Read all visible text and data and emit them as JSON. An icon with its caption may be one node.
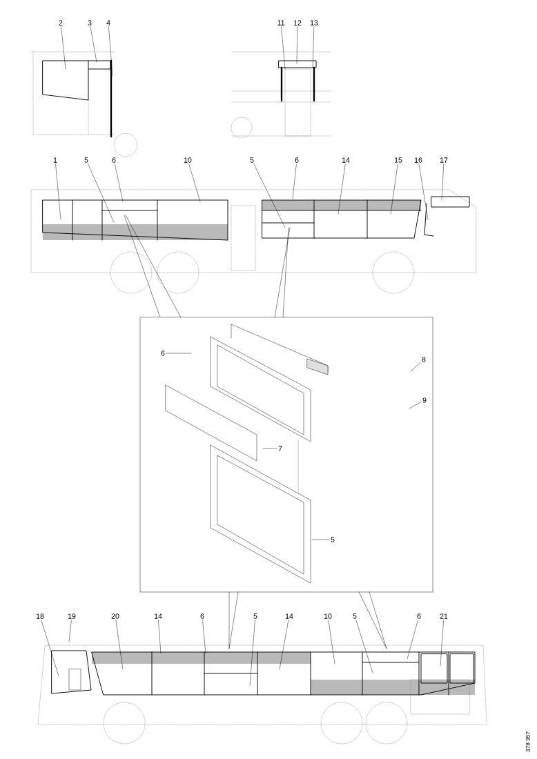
{
  "diagram": {
    "nodes": [
      {
        "text": [
          "2"
        ]
      },
      {
        "text": [
          "3"
        ]
      },
      {
        "text": [
          "4"
        ]
      },
      {
        "text": [
          "11"
        ]
      },
      {
        "text": [
          "12"
        ]
      },
      {
        "text": [
          "13"
        ]
      },
      {
        "text": [
          "1"
        ]
      },
      {
        "text": [
          "5"
        ]
      },
      {
        "text": [
          "6"
        ]
      },
      {
        "text": [
          "10"
        ]
      },
      {
        "text": [
          "5"
        ]
      },
      {
        "text": [
          "6"
        ]
      },
      {
        "text": [
          "14"
        ]
      },
      {
        "text": [
          "15"
        ]
      },
      {
        "text": [
          "16"
        ]
      },
      {
        "text": [
          "17"
        ]
      },
      {
        "text": [
          "6"
        ]
      },
      {
        "text": [
          "8"
        ]
      },
      {
        "text": [
          "9"
        ]
      },
      {
        "text": [
          "7"
        ]
      },
      {
        "text": [
          "5"
        ]
      },
      {
        "text": [
          "18"
        ]
      },
      {
        "text": [
          "19"
        ]
      },
      {
        "text": [
          "20"
        ]
      },
      {
        "text": [
          "14"
        ]
      },
      {
        "text": [
          "6"
        ]
      },
      {
        "text": [
          "5"
        ]
      },
      {
        "text": [
          "14"
        ]
      },
      {
        "text": [
          "10"
        ]
      },
      {
        "text": [
          "5"
        ]
      },
      {
        "text": [
          "6"
        ]
      },
      {
        "text": [
          "21"
        ]
      }
    ],
    "edges": [
      {
        "from": 0,
        "to": null,
        "arrow": "none"
      },
      {
        "from": 1,
        "to": null,
        "arrow": "none"
      },
      {
        "from": 2,
        "to": null,
        "arrow": "none"
      },
      {
        "from": 3,
        "to": null,
        "arrow": "none"
      },
      {
        "from": 4,
        "to": null,
        "arrow": "none"
      },
      {
        "from": 5,
        "to": null,
        "arrow": "none"
      },
      {
        "from": 6,
        "to": null,
        "arrow": "none"
      },
      {
        "from": 7,
        "to": null,
        "arrow": "none"
      },
      {
        "from": 8,
        "to": null,
        "arrow": "none"
      },
      {
        "from": 9,
        "to": null,
        "arrow": "none"
      },
      {
        "from": 10,
        "to": null,
        "arrow": "none"
      },
      {
        "from": 11,
        "to": null,
        "arrow": "none"
      },
      {
        "from": 12,
        "to": null,
        "arrow": "none"
      },
      {
        "from": 13,
        "to": null,
        "arrow": "none"
      },
      {
        "from": 14,
        "to": null,
        "arrow": "none"
      },
      {
        "from": 15,
        "to": null,
        "arrow": "none"
      },
      {
        "from": 16,
        "to": null,
        "arrow": "none"
      },
      {
        "from": 17,
        "to": null,
        "arrow": "none"
      },
      {
        "from": 18,
        "to": null,
        "arrow": "none"
      },
      {
        "from": 19,
        "to": null,
        "arrow": "none"
      },
      {
        "from": 20,
        "to": null,
        "arrow": "none"
      },
      {
        "from": 21,
        "to": null,
        "arrow": "none"
      },
      {
        "from": 22,
        "to": null,
        "arrow": "none"
      },
      {
        "from": 23,
        "to": null,
        "arrow": "none"
      },
      {
        "from": 24,
        "to": null,
        "arrow": "none"
      },
      {
        "from": 25,
        "to": null,
        "arrow": "none"
      },
      {
        "from": 26,
        "to": null,
        "arrow": "none"
      },
      {
        "from": 27,
        "to": null,
        "arrow": "none"
      },
      {
        "from": 28,
        "to": null,
        "arrow": "none"
      },
      {
        "from": 29,
        "to": null,
        "arrow": "none"
      },
      {
        "from": 30,
        "to": null,
        "arrow": "none"
      },
      {
        "from": 31,
        "to": null,
        "arrow": "none"
      }
    ],
    "labels": [
      "378 357"
    ]
  }
}
